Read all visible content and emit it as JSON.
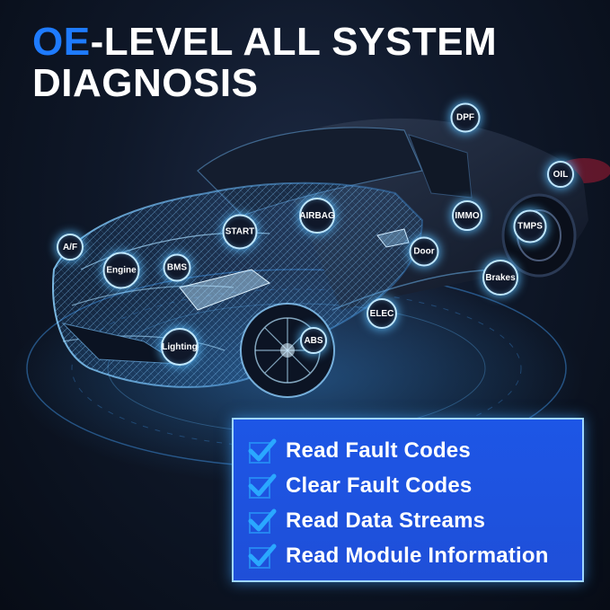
{
  "headline": {
    "accent": "OE",
    "line1_rest": "-LEVEL ALL SYSTEM",
    "line2": "DIAGNOSIS"
  },
  "modules": [
    {
      "id": "dpf",
      "label": "DPF"
    },
    {
      "id": "oil",
      "label": "OIL"
    },
    {
      "id": "airbag",
      "label": "AIRBAG"
    },
    {
      "id": "immo",
      "label": "IMMO"
    },
    {
      "id": "tmps",
      "label": "TMPS"
    },
    {
      "id": "start",
      "label": "START"
    },
    {
      "id": "af",
      "label": "A/F"
    },
    {
      "id": "door",
      "label": "Door"
    },
    {
      "id": "engine",
      "label": "Engine"
    },
    {
      "id": "bms",
      "label": "BMS"
    },
    {
      "id": "brakes",
      "label": "Brakes"
    },
    {
      "id": "elec",
      "label": "ELEC"
    },
    {
      "id": "abs",
      "label": "ABS"
    },
    {
      "id": "lighting",
      "label": "Lighting"
    }
  ],
  "features": [
    "Read Fault Codes",
    "Clear Fault Codes",
    "Read Data Streams",
    "Read Module Information"
  ],
  "colors": {
    "accent": "#1e7bff",
    "panel": "#1f55e0",
    "glow": "#5fc3ff",
    "check": "#2aa8ff"
  }
}
